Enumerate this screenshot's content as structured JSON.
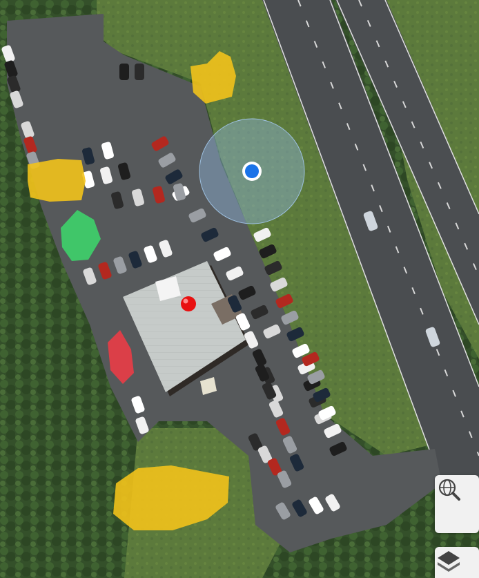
{
  "map": {
    "view": "satellite",
    "controls": [
      {
        "id": "search",
        "icon": "globe-search-icon"
      },
      {
        "id": "layers",
        "icon": "layers-icon"
      }
    ],
    "location_marker": {
      "icon": "current-location-dot",
      "color": "#1a73e8",
      "accuracy_color": "#8fb4d9"
    },
    "pin": {
      "icon": "map-pin-icon",
      "color": "#e81010"
    },
    "annotation_colors": {
      "yellow": "#f2c21b",
      "green": "#3ed26a",
      "red": "#ea3c46"
    },
    "annotations": [
      {
        "id": "yellow-top",
        "color": "yellow"
      },
      {
        "id": "yellow-left",
        "color": "yellow"
      },
      {
        "id": "green-left",
        "color": "green"
      },
      {
        "id": "red-left",
        "color": "red"
      },
      {
        "id": "yellow-bottom",
        "color": "yellow"
      }
    ]
  }
}
